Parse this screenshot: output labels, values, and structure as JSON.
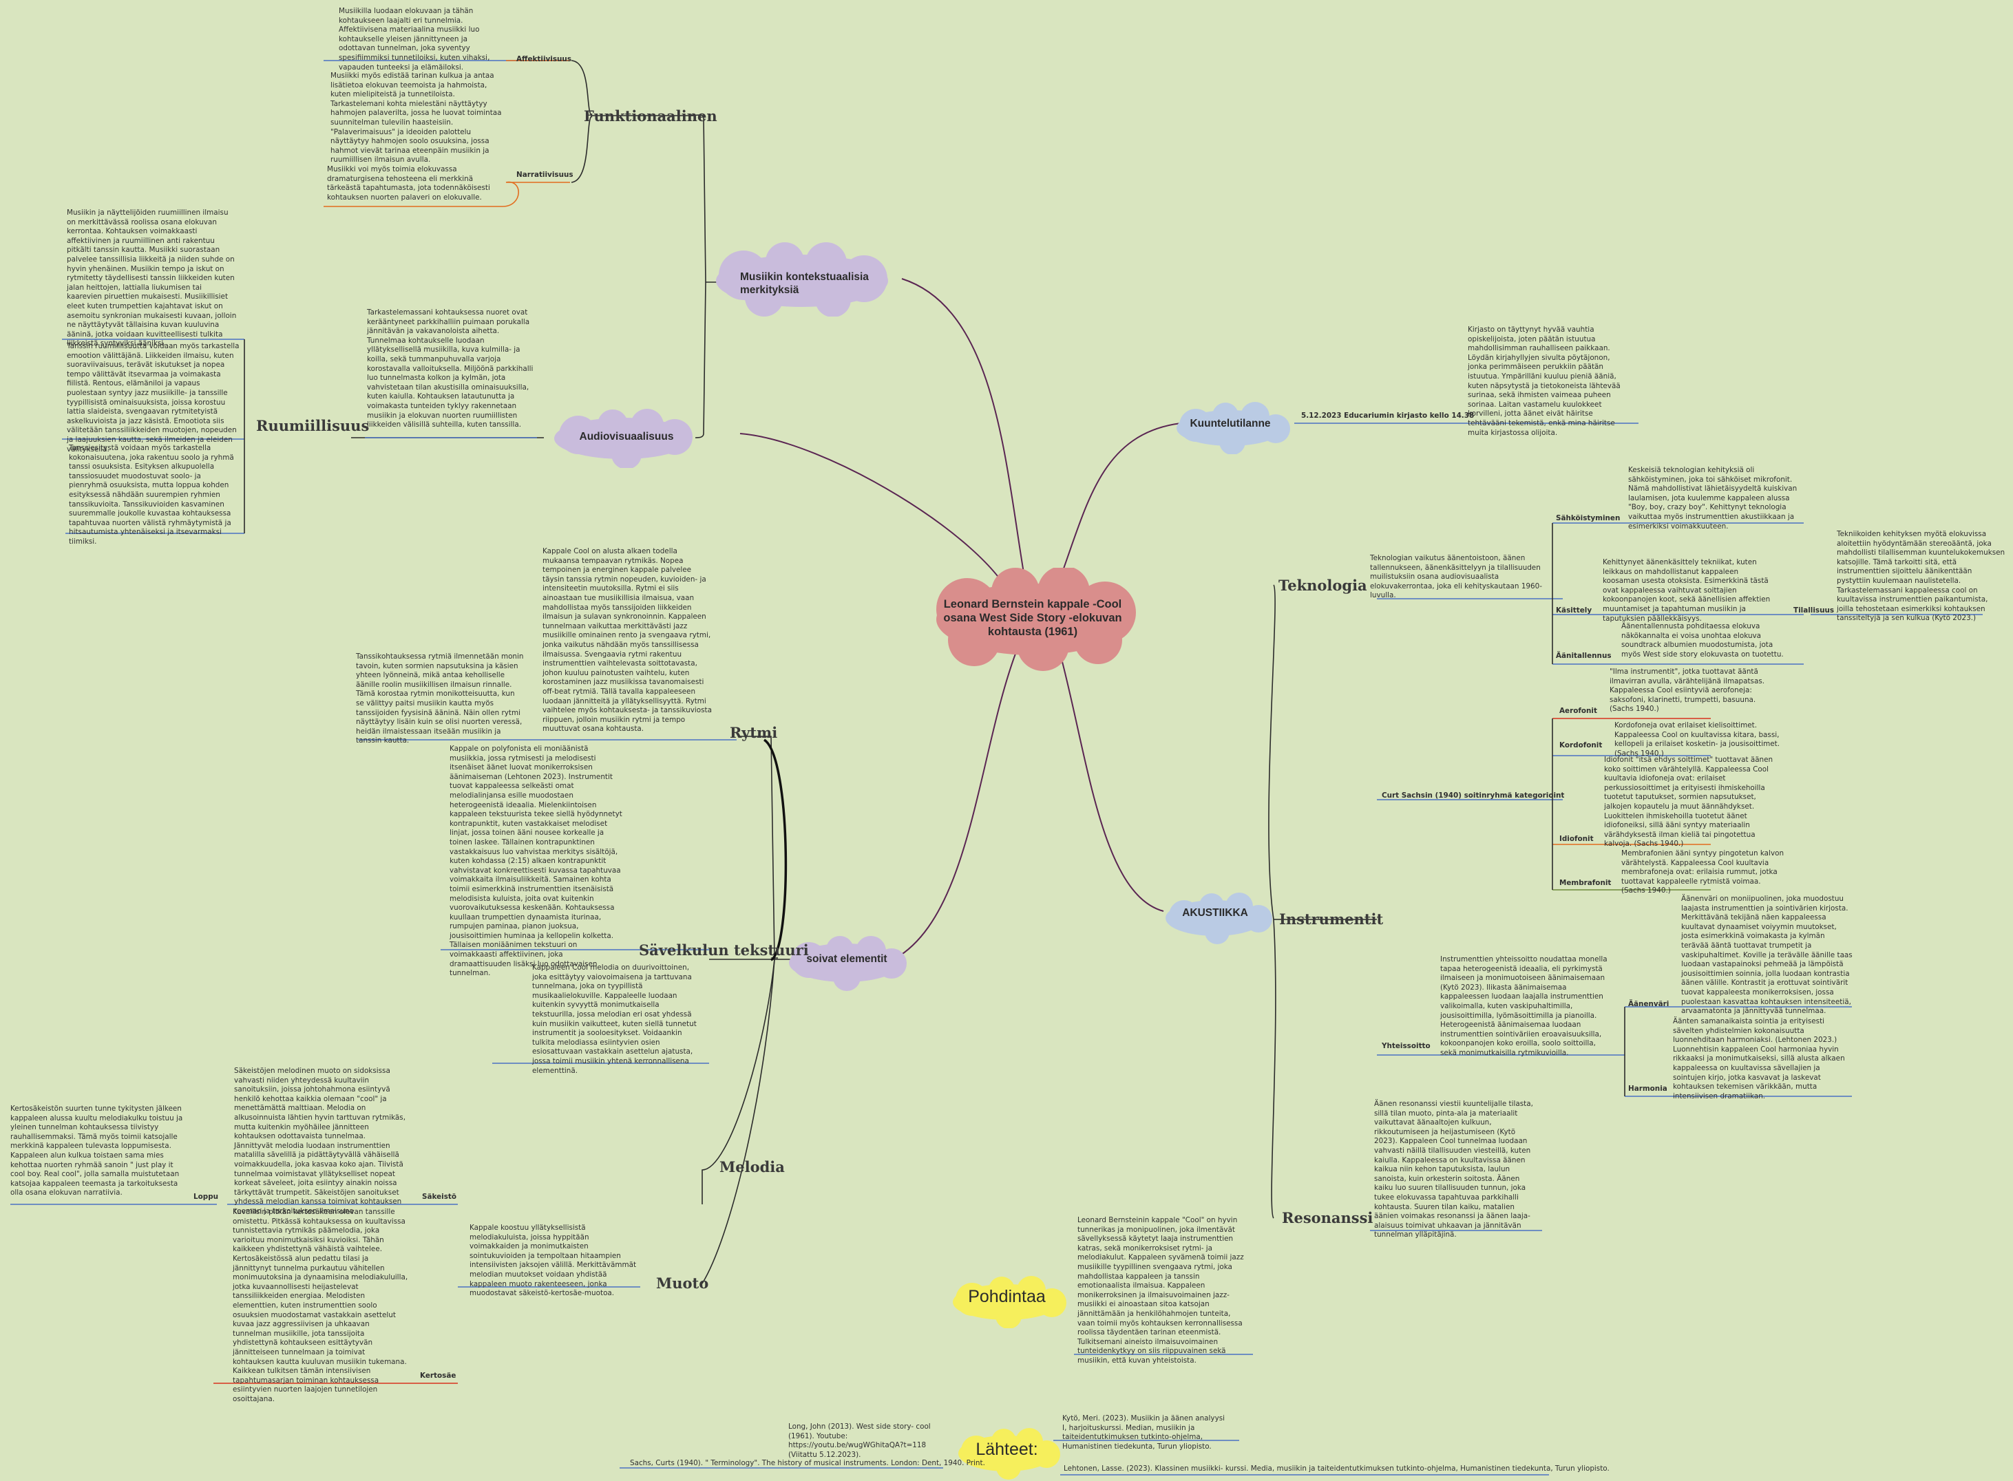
{
  "center": "Leonard Bernstein kappale -Cool osana West Side Story -elokuvan kohtausta (1961)",
  "clouds": {
    "kontekst": "Musiikin kontekstuaalisia merkityksiä",
    "av": "Audiovisuaalisuus",
    "soivat": "soivat elementit",
    "kuuntelu": "Kuuntelutilanne",
    "akustiikka": "AKUSTIIKKA",
    "pohdinta": "Pohdintaa",
    "lahteet": "Lähteet:"
  },
  "headings": {
    "funktionaalinen": "Funktionaalinen",
    "ruumiillisuus": "Ruumiillisuus",
    "rytmi": "Rytmi",
    "savelkulku": "Sävelkulun tekstuuri",
    "melodia": "Melodia",
    "muoto": "Muoto",
    "teknologia": "Teknologia",
    "instrumentit": "Instrumentit",
    "resonanssi": "Resonanssi"
  },
  "labels": {
    "affektiivisuus": "Affektiivisuus",
    "narratiivisuus": "Narratiivisuus",
    "sakeisto": "Säkeistö",
    "loppu": "Loppu",
    "kertosae": "Kertosäe",
    "kuuntelu_date": "5.12.2023 Educariumin kirjasto kello 14.38",
    "sahkoistyminen": "Sähköistyminen",
    "kasittely": "Käsittely",
    "tilallisuus": "Tilallisuus",
    "aanitallennus": "Äänitallennus",
    "sachs": "Curt Sachsin (1940) soitinryhmä kategorioint",
    "aerofonit": "Aerofonit",
    "kordofonit": "Kordofonit",
    "idiofonit": "Idiofonit",
    "membrafonit": "Membrafonit",
    "yhteissoitto": "Yhteissoitto",
    "aanenvari": "Äänenväri",
    "harmonia": "Harmonia"
  },
  "texts": {
    "affektiivisuus": "Musiikilla luodaan elokuvaan ja tähän kohtaukseen laajalti eri tunnelmia. Affektiivisena materiaalina musiikki luo kohtaukselle yleisen jännittyneen ja odottavan tunnelman, joka syventyy spesifiimmiksi tunnetiloiksi, kuten vihaksi, vapauden tunteeksi ja elämäiloksi.",
    "narratiivisuus_a": "Musiikki myös edistää tarinan kulkua ja antaa lisätietoa elokuvan teemoista ja hahmoista, kuten mielipiteistä ja tunnetiloista. Tarkastelemani kohta mielestäni näyttäytyy hahmojen palaverilta, jossa he luovat toimintaa suunnitelman tulevilin haasteisiin. \"Palaverimaisuus\" ja ideoiden palottelu näyttäytyy hahmojen soolo osuuksina, jossa hahmot vievät tarinaa eteenpäin musiikin ja ruumiillisen ilmaisun avulla.",
    "narratiivisuus_b": "Musiikki voi myös toimia elokuvassa dramaturgisena tehosteena eli merkkinä tärkeästä tapahtumasta, jota todennäköisesti kohtauksen nuorten palaveri on elokuvalle.",
    "ruumiillisuus_a": "Musiikin ja näyttelijöiden ruumiillinen ilmaisu on merkittävässä roolissa osana elokuvan kerrontaa. Kohtauksen voimakkaasti affektiivinen ja ruumiillinen anti rakentuu pitkälti tanssin kautta. Musiikki suorastaan palvelee tanssillisia liikkeitä ja niiden suhde on hyvin yhenäinen. Musiikin tempo ja iskut on rytmitetty täydellisesti tanssin liikkeiden kuten jalan heittojen, lattialla liukumisen tai kaarevien piruettien mukaisesti. Musiikillisiet eleet kuten trumpettien kajahtavat iskut on asemoitu synkronian mukaisesti kuvaan, jolloin ne näyttäytyvät tällaisina kuvan kuuluvina ääninä, jotka voidaan kuvitteellisesti tulkita liikkeistä syntyviksi ääniksi.",
    "ruumiillisuus_b": "Tanssin ruumiillisuutta voidaan myös tarkastella emootion välittäjänä. Liikkeiden ilmaisu, kuten suoraviivaisuus, terävät iskutukset ja nopea tempo välittävät itsevarmaa ja voimakasta fiilistä. Rentous, elämäniloi ja vapaus puolestaan syntyy jazz musiikille- ja tanssille tyypillisistä ominaisuuksista, joissa korostuu lattia slaideista, svengaavan rytmitetyistä askelkuvioista ja jazz käsistä. Emootiota siis välitetään tanssiliikkeiden muotojen, nopeuden ja laajuuksien kautta, sekä ilmeiden ja eleiden välityksellä.",
    "ruumiillisuus_c": "Tanssiesitystä voidaan myös tarkastella kokonaisuutena, joka rakentuu soolo ja ryhmä tanssi osuuksista. Esityksen alkupuolella tanssiosuudet muodostuvat soolo- ja pienryhmä osuuksista, mutta loppua kohden esityksessä nähdään suurempien ryhmien tanssikuvioita. Tanssikuvioiden kasvaminen suuremmalle joukolle kuvastaa kohtauksessa tapahtuvaa nuorten välistä ryhmäytymistä ja hitsautumista yhtenäiseksi ja itsevarmaksi tiimiksi.",
    "audiovisuaalisuus": "Tarkastelemassani kohtauksessa nuoret ovat kerääntyneet parkkihalliin puimaan porukalla jännitävän ja vakavanoloista aihetta. Tunnelmaa kohtaukselle luodaan yllätyksellisellä musiikilla, kuva kulmilla- ja koilla, sekä tummanpuhuvalla varjoja korostavalla valloituksella. Miljöönä parkkihalli luo tunnelmasta kolkon ja kylmän, jota vahvistetaan tilan akustisilla ominaisuuksilla, kuten kaiulla. Kohtauksen latautunutta ja voimakasta tunteiden tyklyy rakennetaan musiikin ja elokuvan nuorten ruumiillisten liikkeiden välisillä suhteilla, kuten tanssilla.",
    "rytmi_a": "Kappale Cool on alusta alkaen todella mukaansa tempaavan rytmikäs. Nopea tempoinen ja energinen kappale palvelee täysin tanssia rytmin nopeuden, kuvioiden- ja intensiteetin muutoksilla. Rytmi ei siis ainoastaan tue musiikillisia ilmaisua, vaan mahdollistaa myös tanssijoiden liikkeiden ilmaisun ja sulavan synkronoinnin. Kappaleen tunnelmaan vaikuttaa merkittävästi jazz musiikille ominainen rento ja svengaava rytmi, jonka vaikutus nähdään myös tanssillisessa ilmaisussa. Svengaavia rytmi rakentuu instrumenttien vaihtelevasta soittotavasta, johon kuuluu painotusten vaihtelu, kuten korostaminen jazz musiikissa tavanomaisesti off-beat rytmiä. Tällä tavalla kappaleeseen luodaan jännitteitä ja yllätyksellisyyttä. Rytmi vaihtelee myös kohtauksesta- ja tanssikuviosta riippuen, jolloin musiikin rytmi ja tempo muuttuvat osana kohtausta.",
    "rytmi_b": "Tanssikohtauksessa rytmiä ilmennetään monin tavoin, kuten sormien napsutuksina ja käsien yhteen lyönneinä, mikä antaa keholliselle äänille roolin musiikillisen ilmaisun rinnalle. Tämä korostaa rytmin monikotteisuutta, kun se välittyy paitsi musiikin kautta myös tanssijoiden fyysisinä ääninä. Näin ollen rytmi näyttäytyy lisäin kuin se olisi nuorten veressä, heidän ilmaistessaan itseään musiikin ja tanssin kautta.",
    "savelkulku": "Kappale on polyfonista eli moniäänistä musiikkia, jossa rytmisesti ja melodisesti itsenäiset äänet luovat monikerroksisen äänimaiseman (Lehtonen 2023). Instrumentit tuovat kappaleessa selkeästi omat melodialinjansa esille muodostaen heterogeenistä ideaalia. Mielenkiintoisen kappaleen tekstuurista tekee siellä hyödynnetyt kontrapunktit, kuten vastakkaiset melodiset linjat, jossa toinen ääni nousee korkealle ja toinen laskee. Tällainen kontrapunktinen vastakkaisuus luo vahvistaa merkitys sisältöjä, kuten kohdassa (2:15) alkaen kontrapunktit vahvistavat konkreettisesti kuvassa tapahtuvaa voimakkaita ilmaisuliikkeitä. Samainen kohta toimii esimerkkinä instrumenttien itsenäisistä melodisista kuluista, joita ovat kuitenkin vuorovaikutuksessa keskenään. Kohtauksessa kuullaan trumpettien dynaamista iturinaa, rumpujen paminaa, pianon juoksua, jousisoittimien huminaa ja kellopelin kolketta. Tällaisen moniäänimen tekstuuri on voimakkaasti affektiivinen, joka dramaattisuuden lisäksi luo odottavaisen tunnelman.",
    "melodia_top": "Kappaleen Cool melodia on duurivoittoinen, joka esittäytyy vaiovoimaisena ja tarttuvana tunnelmana, joka on tyypillistä musikaalielokuville. Kappaleelle luodaan kuitenkin syvyyttä monimutkaisella tekstuurilla, jossa melodian eri osat yhdessä kuin musiikin vaikutteet, kuten siellä tunnetut instrumentit ja sooloesitykset. Voidaankin tulkita melodiassa esiintyvien osien esiosattuvaan vastakkain asettelun ajatusta, jossa toimii musiikin yhtenä kerronnallisena elementtinä.",
    "sakeisto": "Säkeistöjen melodinen muoto on sidoksissa vahvasti niiden yhteydessä kuultaviin sanoituksiin, joissa johtohahmona esiintyvä henkilö kehottaa kaikkia olemaan \"cool\" ja menettämättä malttiaan. Melodia on alkusoinnuista lähtien hyvin tarttuvan rytmikäs, mutta kuitenkin myöhäilee jännitteen kohtauksen odottavaista tunnelmaa. Jännittyvät melodia luodaan instrumenttien matalilla sävelillä ja pidättäytyvällä vähäisellä voimakkuudella, joka kasvaa koko ajan. Tiivistä tunnelmaa voimistavat yllätykselliset nopeat korkeat säveleet, joita esiintyy ainakin noissa tärkyttävät trumpetit. Säkeistöjen sanoitukset yhdessä melodian kanssa toimivat kohtauksen teeman ja tarkoituksen ilmaisuna.",
    "loppu": "Kertosäkeistön suurten tunne tykitysten jälkeen kappaleen alussa kuultu melodiakulku toistuu ja yleinen tunnelman kohtauksessa tiivistyy rauhallisemmaksi. Tämä myös toimii katsojalle merkkinä kappaleen tulevasta loppumisesta. Kappaleen alun kulkua toistaen sama mies kehottaa nuorten ryhmää sanoin \" just play it cool boy. Real cool\", jolla samalla muistutetaan katsojaa kappaleen teemasta ja tarkoituksesta olla osana elokuvan narratiivia.",
    "muoto": "Kappale koostuu yllätyksellisistä melodiakuluista, joissa hyppitään voimakkaiden ja monimutkaisten sointukuvioiden ja tempoltaan hitaampien intensiivisten jaksojen välillä. Merkittävämmät melodian muutokset voidaan yhdistää kappaleen muoto rakenteeseen, jonka muodostavat säkeistö-kertosäe-muotoa.",
    "kertosae": "Kuvailisin pitkän kertosäkeen olevan tanssille omistettu. Pitkässä kohtauksessa on kuultavissa tunnistettavia rytmikäs päämelodia, joka varioituu monimutkaisiksi kuvioiksi. Tähän kaikkeen yhdistettynä vähäistä vaihtelee. Kertosäkeistössä alun pedattu tilasi ja jännittynyt tunnelma purkautuu vähitellen monimuutoksina ja dynaamisina melodiakuluilla, jotka kuvaannollisesti heijastelevat tanssiliikkeiden energiaa. Melodisten elementtien, kuten instrumenttien soolo osuuksien muodostamat vastakkain asettelut kuvaa jazz aggressiivisen ja uhkaavan tunnelman musiikille, jota tanssijoita yhdistettynä kohtaukseen esittäytyvän jännitteiseen tunnelmaan ja toimivat kohtauksen kautta kuuluvan musiikin tukemana. Kaikkean tulkitsen tämän intensiivisen tapahtumasarjan toiminan kohtauksessa esiintyvien nuorten laajojen tunnetilojen osoittajana.",
    "kuuntelu": "Kirjasto on täyttynyt hyvää vauhtia opiskelijoista, joten päätän istuutua mahdollisimman rauhalliseen paikkaan. Löydän kirjahyllyjen sivulta pöytäjonon, jonka perimmäiseen perukkiin päätän istuutua. Ympärilläni kuuluu pieniä ääniä, kuten näpsytystä ja tietokoneista lähtevää surinaa, sekä ihmisten vaimeaa puheen sorinaa. Laitan vastamelu kuulokkeet korvilleni, jotta äänet eivät häiritse tehtävääni tekemistä, enkä mina häiritse muita kirjastossa olijoita.",
    "teknologia": "Teknologian vaikutus äänentoistoon, äänen tallennukseen, äänenkäsittelyyn ja tilallisuuden muilistuksiin osana audiovisuaalista elokuvakerrontaa, joka eli kehityskautaan 1960- luvulla.",
    "sahkoistyminen": "Keskeisiä teknologian kehityksiä oli sähköistyminen, joka toi sähköiset mikrofonit. Nämä mahdollistivat lähietäisyydeltä kuiskivan laulamisen, jota kuulemme kappaleen alussa \"Boy, boy, crazy boy\". Kehittynyt teknologia vaikuttaa myös instrumenttien akustiikkaan ja esimerkiksi voimakkuuteen.",
    "kasittely": "Kehittynyet äänenkäsittely tekniikat, kuten leikkaus on mahdollistanut kappaleen koosaman usesta otoksista. Esimerkkinä tästä ovat kappaleessa vaihtuvat soittajien kokoonpanojen koot, sekä äänellisien affektien muuntamiset ja tapahtuman musiikin ja taputuksien päällekkäisyys.",
    "tilallisuus": "Tekniikoiden kehityksen myötä elokuvissa aloitettiin hyödyntämään stereoääntä, joka mahdollisti tilallisemman kuuntelukokemuksen katsojille. Tämä tarkoitti sitä, että instrumenttien sijoittelu äänikenttään pystyttiin kuulemaan naulistetella. Tarkastelemassani kappaleessa cool on kuultavissa instrumenttien paikantumista, joilla tehostetaan esimerkiksi kohtauksen tanssiteltyjä ja sen kulkua (Kytö 2023.)",
    "aanitallennus": "Äänentallennusta pohditaessa elokuva näkökannalta ei voisa unohtaa elokuva soundtrack albumien muodostumista, jota myös West side story elokuvasta on tuotettu.",
    "aerofonit": "\"Ilma instrumentit\", jotka tuottavat ääntä ilmavirran avulla, värähtelijänä ilmapatsas. Kappaleessa Cool esiintyviä aerofoneja: saksofoni, klarinetti, trumpetti, basuuna. (Sachs 1940.)",
    "kordofonit": "Kordofoneja ovat erilaiset kielisoittimet. Kappaleessa Cool on kuultavissa kitara, bassi, kellopeli ja erilaiset kosketin- ja jousisoittimet. (Sachs 1940.)",
    "idiofonit": "Idiofonit \"itsä ehdys soittimet\" tuottavat äänen koko soittimen värähtelyllä. Kappaleessa Cool kuultavia idiofoneja ovat: erilaiset perkussiosoittimet ja erityisesti ihmiskehoilla tuotetut taputukset, sormien napsutukset, jalkojen kopautelu ja muut äännähdykset. Luokittelen ihmiskehoilla tuotetut äänet idiofoneiksi, sillä ääni syntyy materiaalin värähdyksestä ilman kieliä tai pingotettua kalvoja. (Sachs 1940.)",
    "membrafonit": "Membrafonien ääni syntyy pingotetun kalvon värähtelystä. Kappaleessa Cool kuultavia membrafoneja ovat: erilaisia rummut, jotka tuottavat kappaleelle rytmistä voimaa. (Sachs 1940.)",
    "yhteissoitto": "Instrumenttien yhteissoitto noudattaa monella tapaa heterogeenistä ideaalia, eli pyrkimystä ilmaiseen ja monimuotoiseen äänimaisemaan (Kytö 2023). Ilikasta äänimaisemaa kappaleessen luodaan laajalla instrumenttien valikoimalla, kuten vaskipuhaltimilla, jousisoittimilla, lyömäsoittimilla ja pianoilla. Heterogeenistä äänimaisemaa luodaan instrumenttien sointiväriien eroavaisuuksilla, kokoonpanojen koko eroilla, soolo soittoilla, sekä monimutkaisilla rytmikuvioilla.",
    "aanenvari": "Äänenväri on moniipuolinen, joka muodostuu laajasta instrumenttien ja sointivärien kirjosta. Merkittävänä tekijänä näen kappaleessa kuultavat dynaamiset voiyymin muutokset, josta esimerkkinä voimakasta ja kylmän terävää ääntä tuottavat trumpetit ja vaskipuhaltimet. Koville ja terävälle äänille taas luodaan vastapainoksi pehmeää ja lämpöistä jousisoittimien soinnia, jolla luodaan kontrastia äänen välille. Kontrastit ja erottuvat sointivärit tuovat kappaleesta monikerroksisen, jossa puolestaan kasvattaa kohtauksen intensiteetiä, arvaamatonta ja jännittyvää tunnelmaa.",
    "harmonia": "Äänten samanaikaista sointia ja erityisesti sävelten yhdistelmien kokonaisuutta luonnehditaan harmoniaksi. (Lehtonen 2023.) Luonnehtisin kappaleen Cool harmoniaa hyvin rikkaaksi ja monimutkaiseksi, sillä alusta alkaen kappaleessa on kuultavissa sävellajien ja sointujen kirjo, jotka kasvavat ja laskevat kohtauksen tekemisen värikkään, mutta intensiivisen dramatiikan.",
    "resonanssi": "Äänen resonanssi viestii kuuntelijalle tilasta, sillä tilan muoto, pinta-ala ja materiaalit vaikuttavat äänaaltojen kulkuun, rikkoutumiseen ja heijastumiseen (Kytö 2023). Kappaleen Cool tunnelmaa luodaan vahvasti näillä tilallisuuden viesteillä, kuten kaiulla. Kappaleessa on kuultavissa äänen kaikua niin kehon taputuksista, laulun sanoista, kuin orkesterin soitosta. Äänen kaiku luo suuren tilallisuuden tunnun, joka tukee elokuvassa tapahtuvaa parkkihalli kohtausta. Suuren tilan kaiku, matalien äänien voimakas resonanssi ja äänen laaja-alaisuus toimivat uhkaavan ja jännitävän tunnelman ylläpitäjinä.",
    "pohdinta": "Leonard Bernsteinin kappale \"Cool\" on hyvin tunnerikas ja monipuolinen, joka ilmentävät sävellyksessä käytetyt laaja instrumenttien katras, sekä monikerroksiset rytmi- ja melodiakulut. Kappaleen syvämenä toimii jazz musiikille tyypillinen svengaava rytmi, joka mahdollistaa kappaleen ja tanssin emotionaalista ilmaisua. Kappaleen monikerroksinen ja ilmaisuvoimainen jazz-musiikki ei ainoastaan sitoa katsojan jännittämään ja henkilöhahmojen tunteita, vaan toimii myös kohtauksen kerronnallisessa roolissa täydentäen tarinan eteenmistä. Tulkitsemani aineisto ilmaisuvoimainen tunteidenkytkyy on siis riippuvainen sekä musiikin, että kuvan yhteistoista.",
    "ref_long": "Long, John (2013). West side story- cool (1961). Youtube: https://youtu.be/wugWGhitaQA?t=118 (Viitattu 5.12.2023).",
    "ref_kyto": "Kytö, Meri. (2023). Musiikin ja äänen analyysi I, harjoituskurssi. Median, musiikin ja taiteidentutkimuksen tutkinto-ohjelma, Humanistinen tiedekunta, Turun yliopisto.",
    "ref_sachs": "Sachs, Curts (1940). \" Terminology\". The history of musical instruments. London: Dent, 1940. Print.",
    "ref_lehtonen": "Lehtonen, Lasse. (2023). Klassinen musiikki- kurssi. Media, musiikin ja taiteidentutkimuksen tutkinto-ohjelma, Humanistinen tiedekunta, Turun yliopisto."
  },
  "colors": {
    "background": "#d9e5bf",
    "center_cloud": "#d98e8c",
    "purple_cloud": "#c9bcdc",
    "blue_cloud": "#bacbe4",
    "yellow_cloud": "#f6ef5c",
    "main_branch": "#5a2552",
    "dark_branch": "#222222",
    "blue_line": "#4a72c4",
    "red_line": "#d8331f",
    "orange_line": "#e26d1f",
    "green_line": "#6d8a3a"
  }
}
